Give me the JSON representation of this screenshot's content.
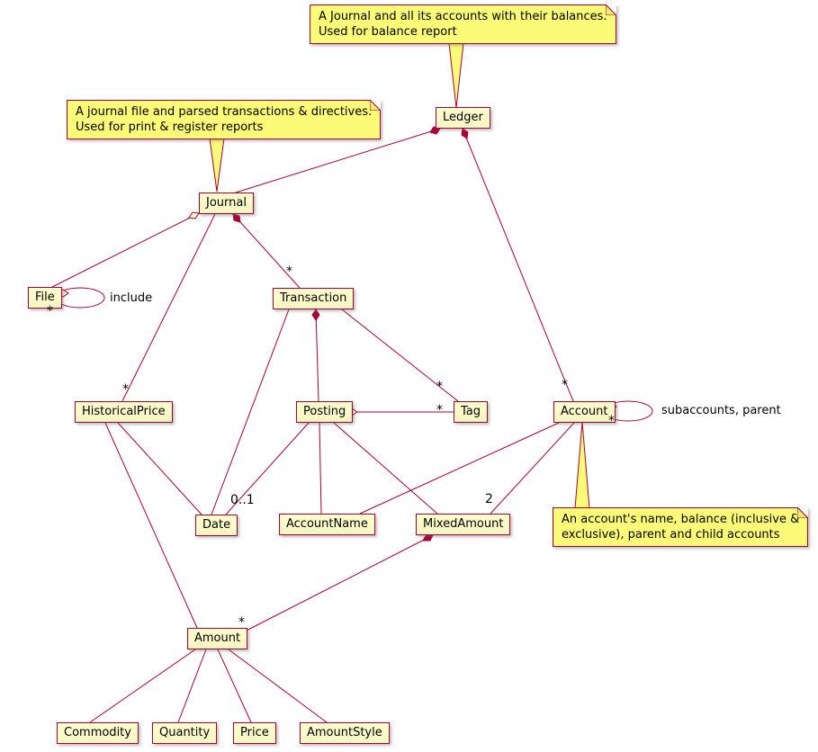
{
  "diagram": {
    "colors": {
      "border": "#A80036",
      "class_fill": "#FEFECE",
      "note_fill": "#FBFB77"
    },
    "classes": {
      "ledger": "Ledger",
      "journal": "Journal",
      "file": "File",
      "transaction": "Transaction",
      "historical_price": "HistoricalPrice",
      "posting": "Posting",
      "tag": "Tag",
      "account": "Account",
      "date": "Date",
      "account_name": "AccountName",
      "mixed_amount": "MixedAmount",
      "amount": "Amount",
      "commodity": "Commodity",
      "quantity": "Quantity",
      "price": "Price",
      "amount_style": "AmountStyle"
    },
    "notes": {
      "ledger": {
        "line1": "A Journal and all its accounts with their balances.",
        "line2": "Used for balance report"
      },
      "journal": {
        "line1": "A journal file and parsed transactions & directives.",
        "line2": "Used for print & register reports"
      },
      "account": {
        "line1": "An account's name, balance (inclusive &",
        "line2": "exclusive), parent and child accounts"
      }
    },
    "labels": {
      "include": "include",
      "subaccounts": "subaccounts, parent",
      "star": "*",
      "zero_or_one": "0..1",
      "two": "2"
    },
    "edges": [
      {
        "from": "Ledger",
        "to": "Journal",
        "type": "composition"
      },
      {
        "from": "Ledger",
        "to": "Account",
        "type": "composition",
        "multiplicity": "*"
      },
      {
        "from": "Journal",
        "to": "File",
        "type": "aggregation"
      },
      {
        "from": "File",
        "to": "File",
        "type": "aggregation",
        "label": "include",
        "multiplicity": "*"
      },
      {
        "from": "Journal",
        "to": "Transaction",
        "type": "composition",
        "multiplicity": "*"
      },
      {
        "from": "Journal",
        "to": "HistoricalPrice",
        "type": "association",
        "multiplicity": "*"
      },
      {
        "from": "Transaction",
        "to": "Posting",
        "type": "composition"
      },
      {
        "from": "Transaction",
        "to": "Tag",
        "type": "association",
        "multiplicity": "*"
      },
      {
        "from": "Posting",
        "to": "Tag",
        "type": "aggregation",
        "multiplicity": "*"
      },
      {
        "from": "Transaction",
        "to": "Date",
        "type": "association"
      },
      {
        "from": "Posting",
        "to": "Date",
        "type": "association",
        "multiplicity": "0..1"
      },
      {
        "from": "Posting",
        "to": "AccountName",
        "type": "association"
      },
      {
        "from": "Posting",
        "to": "MixedAmount",
        "type": "association"
      },
      {
        "from": "HistoricalPrice",
        "to": "Date",
        "type": "association"
      },
      {
        "from": "HistoricalPrice",
        "to": "Amount",
        "type": "association"
      },
      {
        "from": "Account",
        "to": "AccountName",
        "type": "association"
      },
      {
        "from": "Account",
        "to": "MixedAmount",
        "type": "association",
        "multiplicity": "2"
      },
      {
        "from": "Account",
        "to": "Account",
        "type": "aggregation",
        "label": "subaccounts, parent",
        "multiplicity": "*"
      },
      {
        "from": "MixedAmount",
        "to": "Amount",
        "type": "composition",
        "multiplicity": "*"
      },
      {
        "from": "Amount",
        "to": "Commodity",
        "type": "association"
      },
      {
        "from": "Amount",
        "to": "Quantity",
        "type": "association"
      },
      {
        "from": "Amount",
        "to": "Price",
        "type": "association"
      },
      {
        "from": "Amount",
        "to": "AmountStyle",
        "type": "association"
      }
    ]
  }
}
